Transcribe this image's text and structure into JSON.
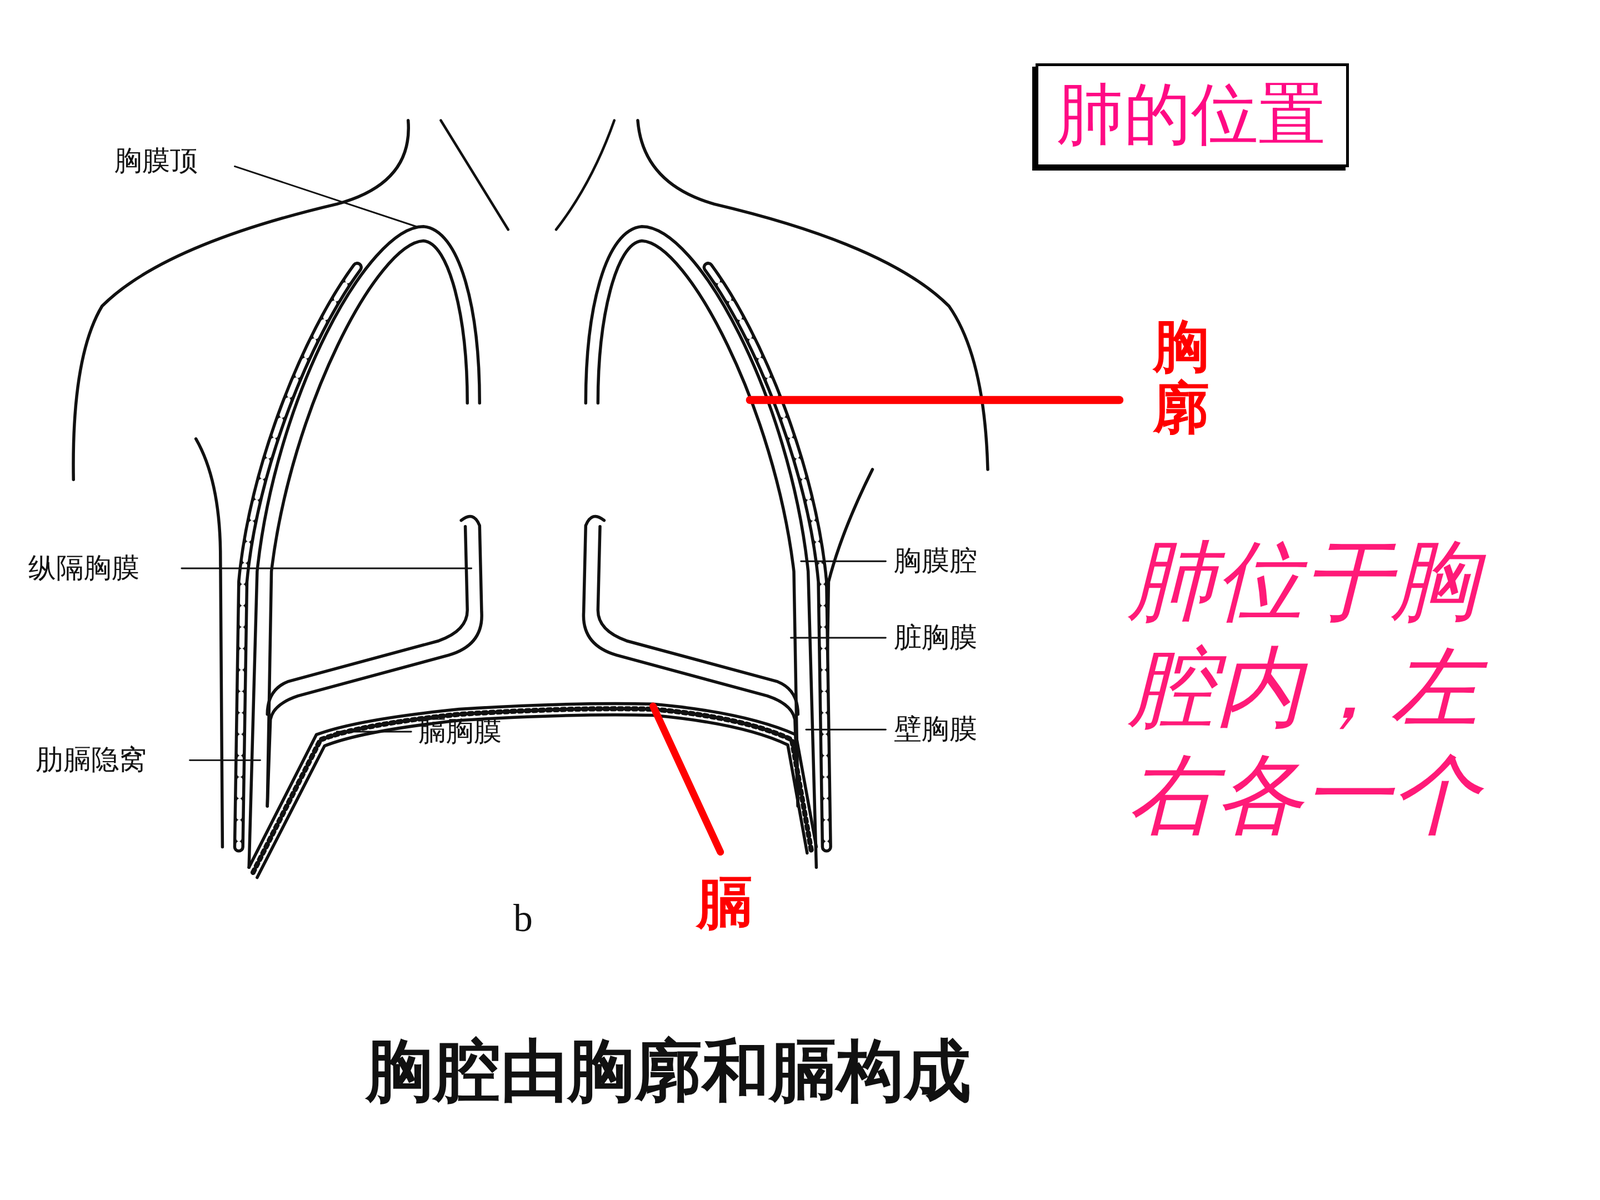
{
  "diagram": {
    "caption": "胸腔由胸廓和膈构成",
    "nodes": [
      {
        "text": [
          "肺的位置"
        ]
      }
    ],
    "labels": [
      "胸膜顶",
      "纵隔胸膜",
      "肋膈隐窝",
      "膈胸膜",
      "胸膜腔",
      "脏胸膜",
      "壁胸膜",
      "b",
      "胸廓",
      "膈",
      "肺位于胸腔内，左右各一个"
    ]
  }
}
